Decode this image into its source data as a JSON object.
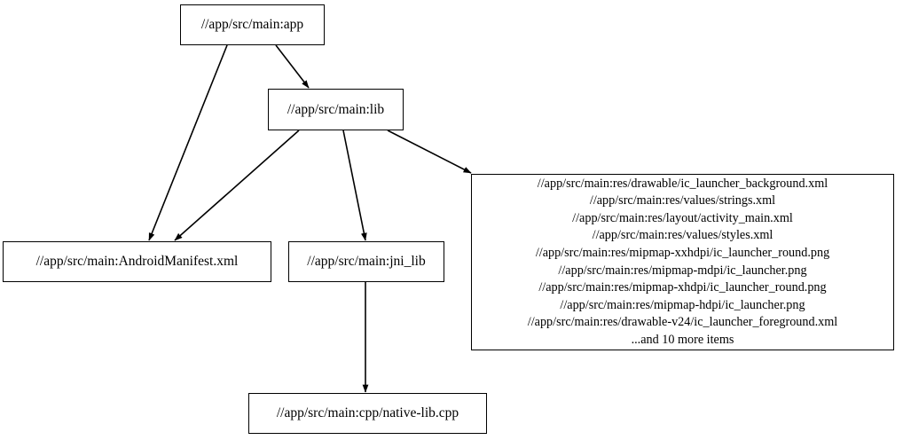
{
  "graph": {
    "type": "directed-dependency-graph",
    "background_color": "#ffffff",
    "node_border_color": "#000000",
    "node_fill_color": "#ffffff",
    "edge_color": "#000000",
    "nodes": [
      {
        "id": "app",
        "label": "//app/src/main:app"
      },
      {
        "id": "lib",
        "label": "//app/src/main:lib"
      },
      {
        "id": "manifest",
        "label": "//app/src/main:AndroidManifest.xml"
      },
      {
        "id": "jni",
        "label": "//app/src/main:jni_lib"
      },
      {
        "id": "nativelib",
        "label": "//app/src/main:cpp/native-lib.cpp"
      },
      {
        "id": "resources",
        "lines": [
          "//app/src/main:res/drawable/ic_launcher_background.xml",
          "//app/src/main:res/values/strings.xml",
          "//app/src/main:res/layout/activity_main.xml",
          "//app/src/main:res/values/styles.xml",
          "//app/src/main:res/mipmap-xxhdpi/ic_launcher_round.png",
          "//app/src/main:res/mipmap-mdpi/ic_launcher.png",
          "//app/src/main:res/mipmap-xhdpi/ic_launcher_round.png",
          "//app/src/main:res/mipmap-hdpi/ic_launcher.png",
          "//app/src/main:res/drawable-v24/ic_launcher_foreground.xml",
          "...and 10 more items"
        ],
        "label": "//app/src/main:res/drawable/ic_launcher_background.xml\n//app/src/main:res/values/strings.xml\n//app/src/main:res/layout/activity_main.xml\n//app/src/main:res/values/styles.xml\n//app/src/main:res/mipmap-xxhdpi/ic_launcher_round.png\n//app/src/main:res/mipmap-mdpi/ic_launcher.png\n//app/src/main:res/mipmap-xhdpi/ic_launcher_round.png\n//app/src/main:res/mipmap-hdpi/ic_launcher.png\n//app/src/main:res/drawable-v24/ic_launcher_foreground.xml\n...and 10 more items"
      }
    ],
    "edges": [
      {
        "from": "app",
        "to": "manifest"
      },
      {
        "from": "app",
        "to": "lib"
      },
      {
        "from": "lib",
        "to": "manifest"
      },
      {
        "from": "lib",
        "to": "jni"
      },
      {
        "from": "lib",
        "to": "resources"
      },
      {
        "from": "jni",
        "to": "nativelib"
      }
    ]
  }
}
